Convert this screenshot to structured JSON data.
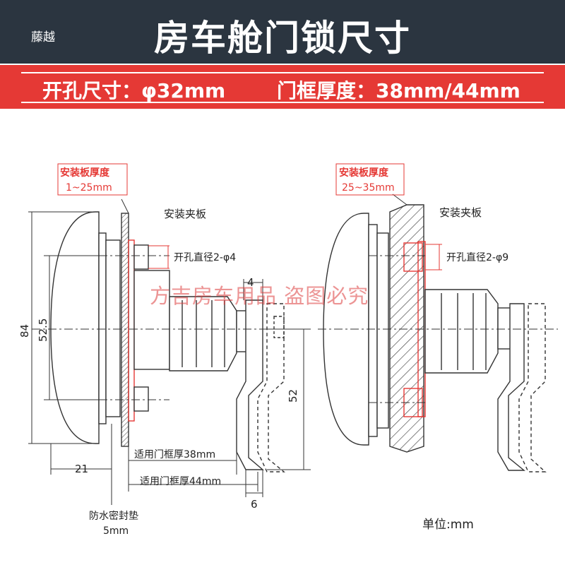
{
  "header": {
    "brand": "藤越",
    "title": "房车舱门锁尺寸"
  },
  "spec_bar": {
    "hole_size": "开孔尺寸：φ32mm",
    "frame_thickness": "门框厚度：38mm/44mm"
  },
  "left_diagram": {
    "panel_thickness_label": "安装板厚度",
    "panel_thickness_value": "1~25mm",
    "clamp_label": "安装夹板",
    "hole_label": "开孔直径2-φ4",
    "dim_84": "84",
    "dim_52_5": "52.5",
    "dim_4": "4",
    "dim_52": "52",
    "dim_21": "21",
    "dim_6": "6",
    "frame_38": "适用门框厚38mm",
    "frame_44": "适用门框厚44mm",
    "gasket_label": "防水密封垫",
    "gasket_value": "5mm"
  },
  "right_diagram": {
    "panel_thickness_label": "安装板厚度",
    "panel_thickness_value": "25~35mm",
    "clamp_label": "安装夹板",
    "hole_label": "开孔直径2-φ9"
  },
  "unit_label": "单位:mm",
  "watermark": "方吉房车用品  盗图必究",
  "colors": {
    "header_bg": "#2b3540",
    "spec_bar": "#e53935",
    "annotation_red": "#e53935",
    "line": "#333333"
  }
}
